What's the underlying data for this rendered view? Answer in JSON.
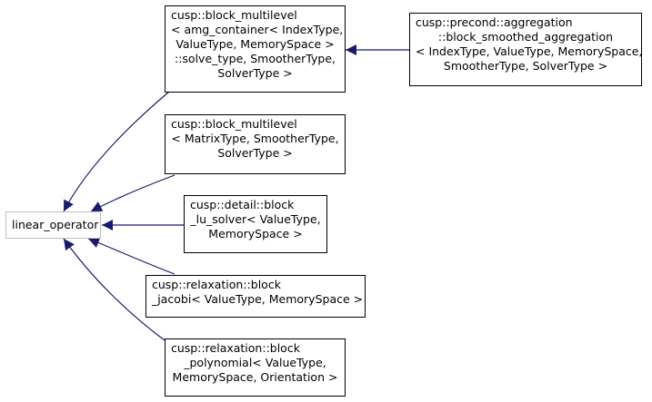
{
  "diagram": {
    "colors": {
      "edge": "#191970",
      "node_border": "#000000",
      "base_border": "#bfbfbf"
    },
    "nodes": {
      "linear_operator": {
        "lines": [
          "linear_operator"
        ]
      },
      "block_multilevel_amg": {
        "lines": [
          "cusp::block_multilevel",
          "< amg_container< IndexType,",
          "ValueType, MemorySpace >",
          "::solve_type, SmootherType,",
          "SolverType >"
        ]
      },
      "block_smoothed_aggregation": {
        "lines": [
          "cusp::precond::aggregation",
          "::block_smoothed_aggregation",
          "< IndexType, ValueType, MemorySpace,",
          "SmootherType, SolverType >"
        ]
      },
      "block_multilevel_matrix": {
        "lines": [
          "cusp::block_multilevel",
          "< MatrixType, SmootherType,",
          "SolverType >"
        ]
      },
      "block_lu_solver": {
        "lines": [
          "cusp::detail::block",
          "_lu_solver< ValueType,",
          "MemorySpace >"
        ]
      },
      "block_jacobi": {
        "lines": [
          "cusp::relaxation::block",
          "_jacobi< ValueType, MemorySpace >"
        ]
      },
      "block_polynomial": {
        "lines": [
          "cusp::relaxation::block",
          "_polynomial< ValueType,",
          "MemorySpace, Orientation >"
        ]
      }
    }
  }
}
